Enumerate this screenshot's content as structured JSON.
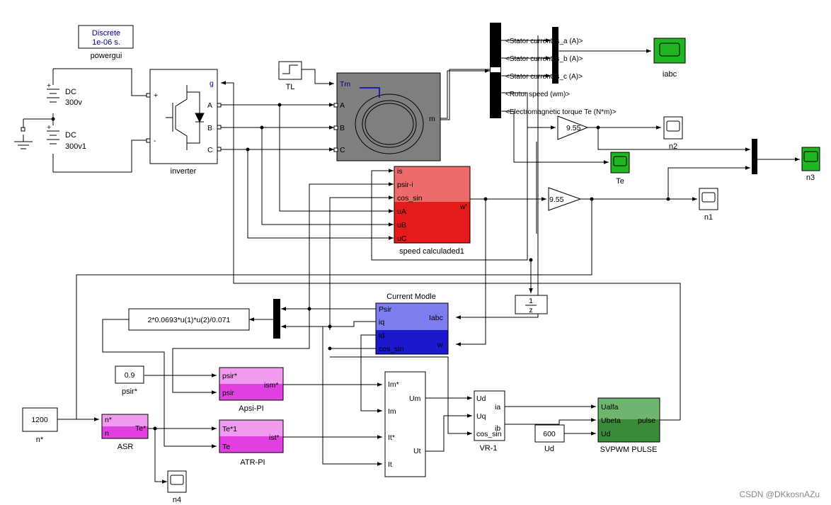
{
  "powergui": {
    "line1": "Discrete",
    "line2": "1e-06 s.",
    "label": "powergui"
  },
  "dc_sources": [
    {
      "name": "DC",
      "value": "300v"
    },
    {
      "name": "DC",
      "value": "300v1"
    }
  ],
  "inverter": {
    "label": "inverter",
    "ports": {
      "plus": "+",
      "minus": "-",
      "g": "g",
      "a": "A",
      "b": "B",
      "c": "C"
    }
  },
  "tl_block": {
    "label": "TL"
  },
  "motor": {
    "ports": {
      "tm": "Tm",
      "a": "A",
      "b": "B",
      "c": "C",
      "m": "m"
    }
  },
  "bus_selector": {
    "signals": [
      "<Stator current is_a (A)>",
      "<Stator current is_b (A)>",
      "<Stator current is_c (A)>",
      "<Rotor speed (wm)>",
      "<Electromagnetic torque Te (N*m)>"
    ]
  },
  "scopes": {
    "iabc": "iabc",
    "n2": "n2",
    "te": "Te",
    "n3": "n3",
    "n1": "n1",
    "n4": "n4"
  },
  "gains": {
    "g1": "9.55",
    "g2": "9.55"
  },
  "speed_calc": {
    "label": "speed calculaded1",
    "inputs": [
      "is",
      "psir-i",
      "cos_sin",
      "uA",
      "uB",
      "uC"
    ],
    "output": "w'"
  },
  "delay": {
    "num": "1",
    "den": "z"
  },
  "current_model": {
    "title": "Current Modle",
    "inputs": [
      "Psir",
      "iq",
      "id",
      "cos_sin"
    ],
    "outputs": [
      "Iabc",
      "w"
    ]
  },
  "fcn": {
    "expr": "2*0.0693*u(1)*u(2)/0.071"
  },
  "psir_const": {
    "value": "0.9",
    "label": "psir*"
  },
  "n_const": {
    "value": "1200",
    "label": "n*"
  },
  "ud_const": {
    "value": "600",
    "label": "Ud"
  },
  "asr": {
    "label": "ASR",
    "inputs": [
      "n*",
      "n"
    ],
    "output": "Te*"
  },
  "apsi": {
    "label": "Apsi-PI",
    "inputs": [
      "psir*",
      "psir"
    ],
    "output": "ism*"
  },
  "atr": {
    "label": "ATR-PI",
    "inputs": [
      "Te*1",
      "Te"
    ],
    "output": "ist*"
  },
  "transform": {
    "inputs": [
      "Im*",
      "Im",
      "It*",
      "It"
    ],
    "outputs": [
      "Um",
      "Ut"
    ]
  },
  "vr1": {
    "label": "VR-1",
    "inputs": [
      "Ud",
      "Uq",
      "cos_sin"
    ],
    "outputs": [
      "ia",
      "ib"
    ]
  },
  "svpwm": {
    "label": "SVPWM PULSE",
    "inputs": [
      "Ualfa",
      "Ubeta",
      "Ud"
    ],
    "output": "pulse"
  },
  "watermark": "CSDN @DKkosnAZu"
}
